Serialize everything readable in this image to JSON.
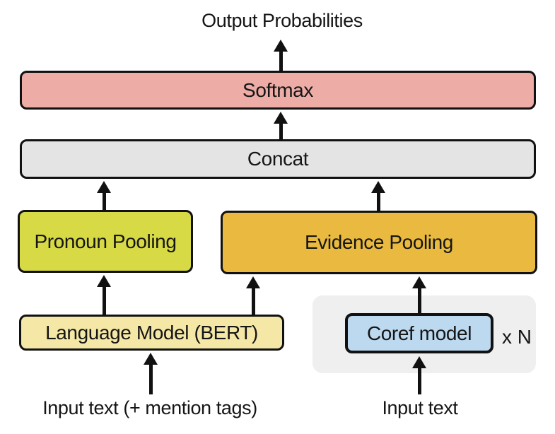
{
  "diagram": {
    "output_label": "Output Probabilities",
    "nodes": {
      "softmax": {
        "label": "Softmax",
        "fill": "#EDACA6"
      },
      "concat": {
        "label": "Concat",
        "fill": "#E4E4E4"
      },
      "pronoun_pooling": {
        "label": "Pronoun Pooling",
        "fill": "#D7D945"
      },
      "evidence_pooling": {
        "label": "Evidence Pooling",
        "fill": "#E9BA3F"
      },
      "language_model": {
        "label": "Language Model (BERT)",
        "fill": "#F5E8A6"
      },
      "coref_model": {
        "label": "Coref model",
        "fill": "#BDD9F0"
      }
    },
    "repeat_badge": "x N",
    "inputs": {
      "left_label": "Input text (+ mention tags)",
      "right_label": "Input text"
    },
    "edges": [
      {
        "from": "softmax",
        "to": "output_probabilities"
      },
      {
        "from": "concat",
        "to": "softmax"
      },
      {
        "from": "pronoun_pooling",
        "to": "concat"
      },
      {
        "from": "evidence_pooling",
        "to": "concat"
      },
      {
        "from": "language_model",
        "to": "pronoun_pooling"
      },
      {
        "from": "language_model",
        "to": "evidence_pooling"
      },
      {
        "from": "coref_model",
        "to": "evidence_pooling"
      },
      {
        "from": "input_text_left",
        "to": "language_model"
      },
      {
        "from": "input_text_right",
        "to": "coref_model"
      }
    ],
    "style": {
      "outline_color": "#111111",
      "repeat_group_fill": "#EFEFEF",
      "background": "#FFFFFF"
    }
  }
}
